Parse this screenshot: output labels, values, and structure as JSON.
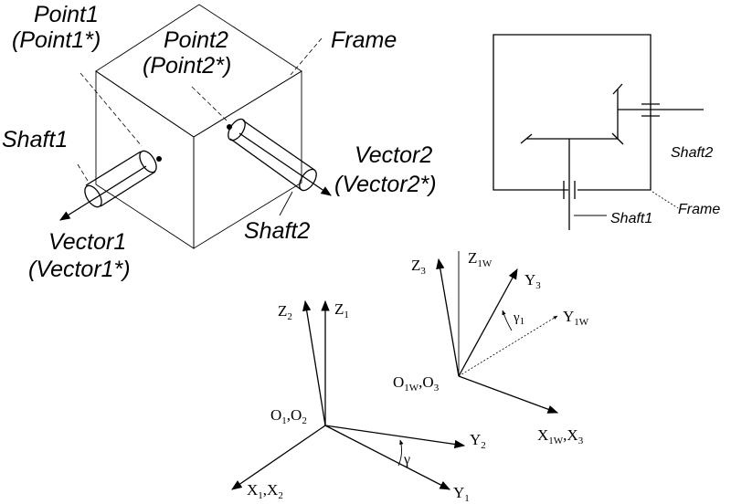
{
  "cube_labels": {
    "point1": "Point1",
    "point1_star": "(Point1*)",
    "point2": "Point2",
    "point2_star": "(Point2*)",
    "frame": "Frame",
    "shaft1": "Shaft1",
    "vector2": "Vector2",
    "vector2_star": "(Vector2*)",
    "vector1": "Vector1",
    "vector1_star": "(Vector1*)",
    "shaft2": "Shaft2"
  },
  "schematic_labels": {
    "shaft2": "Shaft2",
    "frame": "Frame",
    "shaft1": "Shaft1"
  },
  "axes_left": {
    "z2": "Z",
    "z2_sub": "2",
    "z1": "Z",
    "z1_sub": "1",
    "origin": "O",
    "origin_sub1": "1",
    "origin_mid": ",O",
    "origin_sub2": "2",
    "y2": "Y",
    "y2_sub": "2",
    "gamma": "γ",
    "x12": "X",
    "x12_sub1": "1",
    "x12_mid": ",X",
    "x12_sub2": "2",
    "y1": "Y",
    "y1_sub": "1"
  },
  "axes_right": {
    "z3": "Z",
    "z3_sub": "3",
    "z1w": "Z",
    "z1w_sub": "1W",
    "y3": "Y",
    "y3_sub": "3",
    "gamma1": "γ",
    "gamma1_sub": "1",
    "y1w": "Y",
    "y1w_sub": "1W",
    "origin": "O",
    "origin_sub1": "1W",
    "origin_mid": ",O",
    "origin_sub2": "3",
    "x": "X",
    "x_sub1": "1W",
    "x_mid": ",X",
    "x_sub2": "3"
  }
}
